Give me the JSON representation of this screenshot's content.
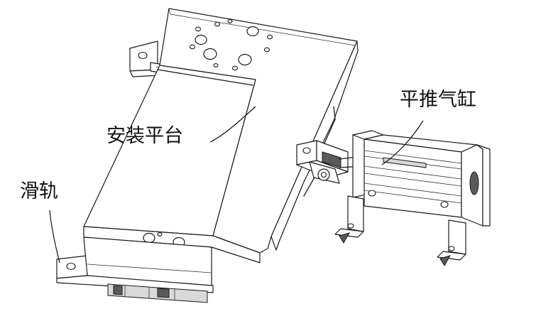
{
  "labels": {
    "platform": "安装平台",
    "cylinder": "平推气缸",
    "rail": "滑轨"
  }
}
